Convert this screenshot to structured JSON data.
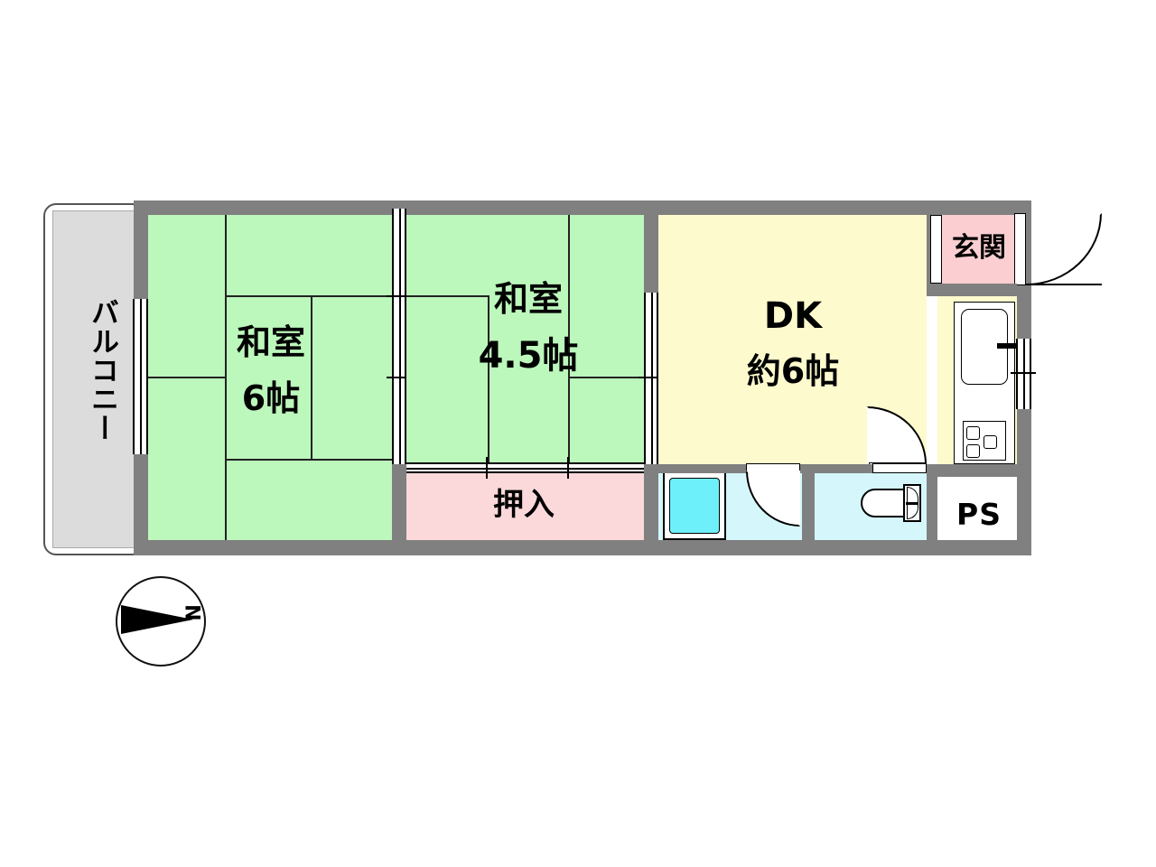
{
  "plan": {
    "type": "japanese-apartment-floorplan",
    "layout_name": "2DK",
    "rooms": [
      {
        "id": "balcony",
        "label": "バルコニー",
        "orientation": "vertical",
        "color": "#dcdcdc"
      },
      {
        "id": "washitsu6",
        "label": "和室",
        "size_label": "6帖",
        "color": "#bcf7bc",
        "tatami_count": 6
      },
      {
        "id": "washitsu45",
        "label": "和室",
        "size_label": "4.5帖",
        "color": "#bcf7bc",
        "tatami_count": 4.5
      },
      {
        "id": "dk",
        "label": "DK",
        "size_label": "約6帖",
        "color": "#fdfacd"
      },
      {
        "id": "genkan",
        "label": "玄関",
        "color": "#fbcfd1"
      },
      {
        "id": "oshiire",
        "label": "押入",
        "color": "#fbd9da"
      },
      {
        "id": "ps",
        "label": "PS",
        "color": "#ffffff"
      },
      {
        "id": "bath",
        "label": "",
        "color": "#d5f7fb"
      },
      {
        "id": "toilet",
        "label": "",
        "color": "#d5f7fb"
      }
    ],
    "fixtures": [
      {
        "id": "bathtub",
        "name": "bathtub",
        "color": "#6ef0fb"
      },
      {
        "id": "toilet-fixture",
        "name": "western-toilet"
      },
      {
        "id": "kitchen-sink",
        "name": "sink"
      },
      {
        "id": "kitchen-stove",
        "name": "three-burner-stove"
      }
    ],
    "compass": {
      "label": "N",
      "direction": "points-left"
    }
  }
}
